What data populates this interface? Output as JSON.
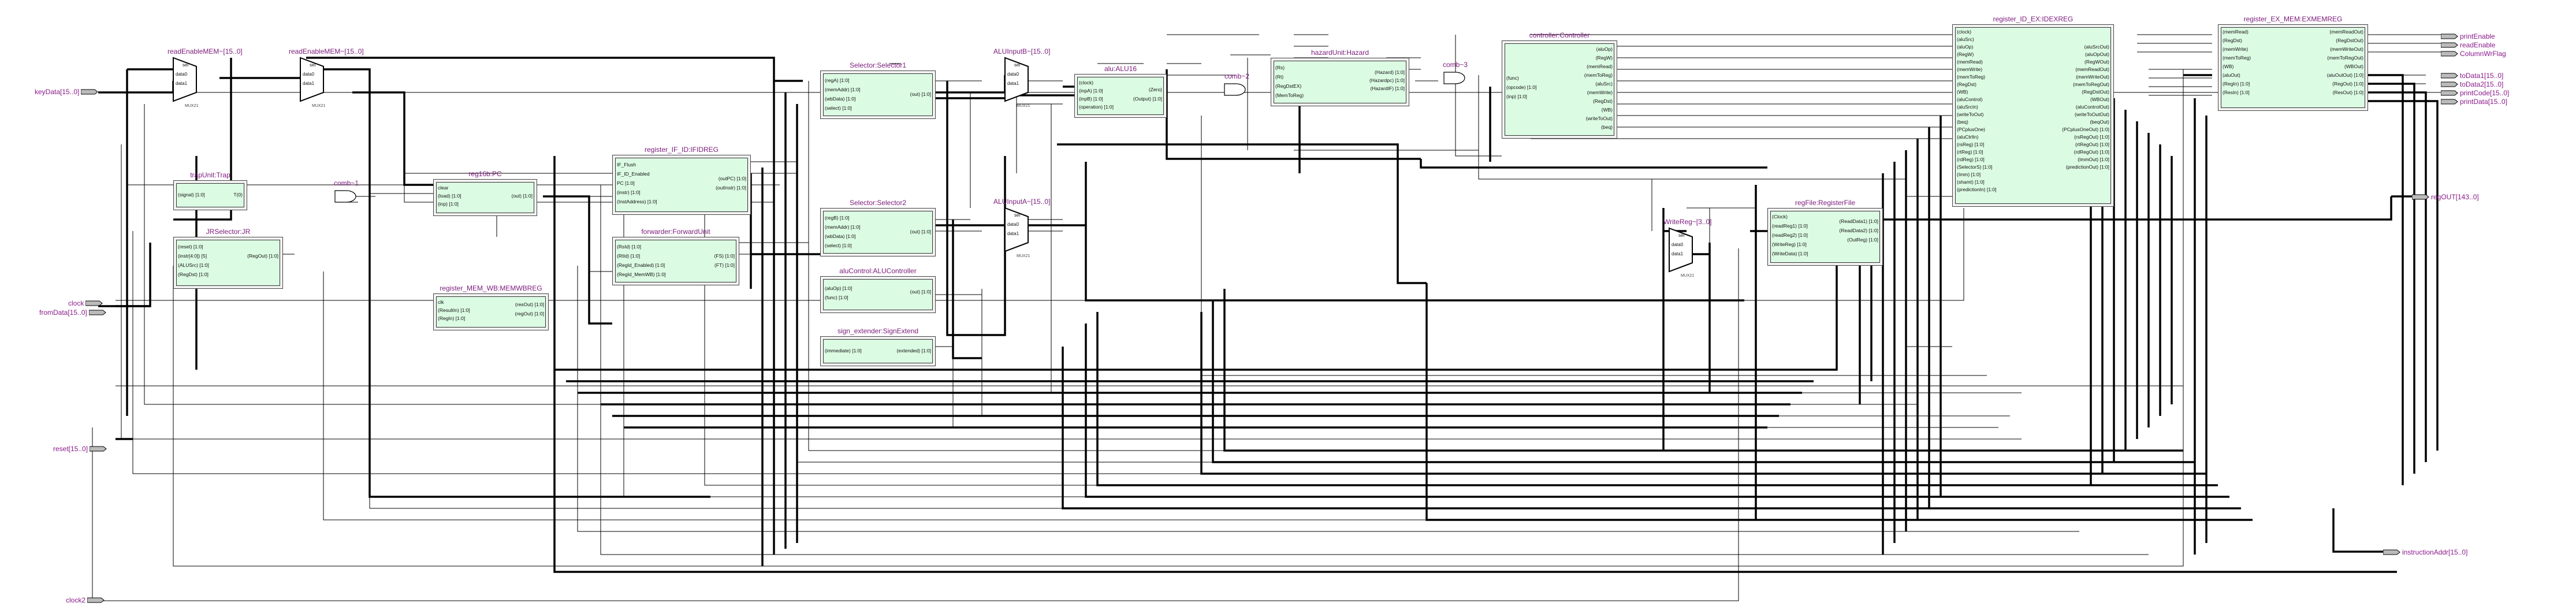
{
  "blocks": [
    {
      "title": "trapUnit:Trap",
      "inputs": [
        "(signal) [1:0]"
      ],
      "outputs": [
        "T(0)"
      ]
    },
    {
      "title": "JRSelector:JR",
      "inputs": [
        "(reset) [1:0]",
        "(instr[4:0]) [5]",
        "(ALUSrc) [1:0]",
        "(RegDst) [1:0]"
      ],
      "outputs": [
        "(RegOut) [1:0]"
      ]
    },
    {
      "title": "reg16b:PC",
      "inputs": [
        "clear",
        "(load) [1:0]",
        "(inp) [1:0]"
      ],
      "outputs": [
        "(out) [1:0]"
      ]
    },
    {
      "title": "register_IF_ID:IFIDREG",
      "inputs": [
        "IF_Flush",
        "IF_ID_Enabled",
        "PC [1:0]",
        "(instr) [1:0]",
        "(InstAddress) [1:0]"
      ],
      "outputs": [
        "(outPC) [1:0]",
        "(outInstr) [1:0]"
      ]
    },
    {
      "title": "forwarder:ForwardUnit",
      "inputs": [
        "(RsId) [1:0]",
        "(RtId) [1:0]",
        "(RegId_Enabled) [1:0]",
        "(RegId_MemWB) [1:0]"
      ],
      "outputs": [
        "(FS) [1:0]",
        "(FT) [1:0]"
      ]
    },
    {
      "title": "register_MEM_WB:MEMWBREG",
      "inputs": [
        "clk",
        "(ResultIn) [1:0]",
        "(RegIn) [1:0]"
      ],
      "outputs": [
        "(resOut) [1:0]",
        "(regOut) [1:0]"
      ]
    },
    {
      "title": "Selector:Selector1",
      "inputs": [
        "(regA) [1:0]",
        "(memAddr) [1:0]",
        "(wbData) [1:0]",
        "(select) [1:0]"
      ],
      "outputs": [
        "(out) [1:0]"
      ]
    },
    {
      "title": "Selector:Selector2",
      "inputs": [
        "(regB) [1:0]",
        "(memAddr) [1:0]",
        "(wbData) [1:0]",
        "(select) [1:0]"
      ],
      "outputs": [
        "(out) [1:0]"
      ]
    },
    {
      "title": "aluControl:ALUController",
      "inputs": [
        "(aluOp) [1:0]",
        "(func) [1:0]"
      ],
      "outputs": [
        "(out) [1:0]"
      ]
    },
    {
      "title": "sign_extender:SignExtend",
      "inputs": [
        "(immediate) [1:0]"
      ],
      "outputs": [
        "(extended) [1:0]"
      ]
    },
    {
      "title": "alu:ALU16",
      "inputs": [
        "(clock)",
        "(inpA) [1:0]",
        "(inpB) [1:0]",
        "(operation) [1:0]"
      ],
      "outputs": [
        "(Zero)",
        "(Output) [1:0]"
      ]
    },
    {
      "title": "hazardUnit:Hazard",
      "inputs": [
        "(Rs)",
        "(Rt)",
        "(RegDstEX)",
        "(MemToReg)"
      ],
      "outputs": [
        "(Hazard) [1:0]",
        "(Hazardpc) [1:0]",
        "(HazardIF) [1:0]"
      ]
    },
    {
      "title": "controller:Controller",
      "inputs": [
        "(func)",
        "(opcode) [1:0]",
        "(inp) [1:0]"
      ],
      "outputs": [
        "(aluOp)",
        "(RegW)",
        "(memRead)",
        "(memToReg)",
        "(aluSrc)",
        "(memWrite)",
        "(RegDst)",
        "(WB)",
        "(writeToOut)",
        "(beq)"
      ]
    },
    {
      "title": "regFile:RegisterFile",
      "inputs": [
        "(Clock)",
        "(readReg1) [1:0]",
        "(readReg2) [1:0]",
        "(WriteReg) [1:0]",
        "(WriteData) [1:0]"
      ],
      "outputs": [
        "(ReadData1) [1:0]",
        "(ReadData2) [1:0]",
        "(OutReg) [1:0]"
      ]
    },
    {
      "title": "register_ID_EX:IDEXREG",
      "inputs": [
        "(clock)",
        "(aluSrc)",
        "(aluOp)",
        "(RegW)",
        "(memRead)",
        "(memWrite)",
        "(memToReg)",
        "(RegDst)",
        "(WB)",
        "(aluControl)",
        "(aluSrcIn)",
        "(writeToOut)",
        "(beq)",
        "(PCplusOne)",
        "(aluCtrlIn)",
        "(rsReg) [1:0]",
        "(rtReg) [1:0]",
        "(rdReg) [1:0]",
        "(SelectorS) [1:0]",
        "(Imm) [1:0]",
        "(shamt) [1:0]",
        "(predictionIn) [1:0]"
      ],
      "outputs": [
        "(aluSrcOut)",
        "(aluOpOut)",
        "(RegWOut)",
        "(memReadOut)",
        "(memWriteOut)",
        "(memToRegOut)",
        "(RegDstOut)",
        "(WBOut)",
        "(aluControlOut)",
        "(writeToOutOut)",
        "(beqOut)",
        "(PCplusOneOut) [1:0]",
        "(rsRegOut) [1:0]",
        "(rtRegOut) [1:0]",
        "(rdRegOut) [1:0]",
        "(ImmOut) [1:0]",
        "(predictionOut) [1:0]"
      ]
    },
    {
      "title": "register_EX_MEM:EXMEMREG",
      "inputs": [
        "(memRead)",
        "(RegDst)",
        "(memWrite)",
        "(memToReg)",
        "(WB)",
        "(aluOut)",
        "(RegIn) [1:0]",
        "(ResIn) [1:0]"
      ],
      "outputs": [
        "(memReadOut)",
        "(RegDstOut)",
        "(memWriteOut)",
        "(memToRegOut)",
        "(WBOut)",
        "(aluOutOut) [1:0]",
        "(RegOut) [1:0]",
        "(ResOut) [1:0]"
      ]
    }
  ],
  "muxes": [
    {
      "label": "readEnableMEM~[15..0]",
      "ports": [
        "sel",
        "data0",
        "data1"
      ],
      "sub": "MUX21"
    },
    {
      "label": "readEnableMEM~[15..0]",
      "ports": [
        "sel",
        "data0",
        "data1"
      ],
      "sub": "MUX21"
    },
    {
      "label": "ALUInputB~[15..0]",
      "ports": [
        "sel",
        "data0",
        "data1"
      ],
      "sub": "MUX21"
    },
    {
      "label": "ALUInputA~[15..0]",
      "ports": [
        "sel",
        "data0",
        "data1"
      ],
      "sub": "MUX21"
    },
    {
      "label": "WriteReg~[3..0]",
      "ports": [
        "sel",
        "data0",
        "data1"
      ],
      "sub": "MUX21"
    }
  ],
  "gates": [
    {
      "label": "comb~1"
    },
    {
      "label": "comb~2"
    },
    {
      "label": "comb~3"
    }
  ],
  "input_pins": [
    {
      "label": "keyData[15..0]"
    },
    {
      "label": "clock"
    },
    {
      "label": "fromData[15..0]"
    },
    {
      "label": "reset[15..0]"
    },
    {
      "label": "clock2"
    }
  ],
  "output_pins": [
    {
      "label": "printEnable"
    },
    {
      "label": "readEnable"
    },
    {
      "label": "ColumnWrFlag"
    },
    {
      "label": "toData1[15..0]"
    },
    {
      "label": "toData2[15..0]"
    },
    {
      "label": "printCode[15..0]"
    },
    {
      "label": "printData[15..0]"
    },
    {
      "label": "regOUT[143..0]"
    },
    {
      "label": "instructionAddr[15..0]"
    }
  ],
  "colors": {
    "block_fill": "#dcfbe3",
    "label": "#7a1a7a",
    "wire": "#000000",
    "wire_light": "#9a9a9a"
  }
}
